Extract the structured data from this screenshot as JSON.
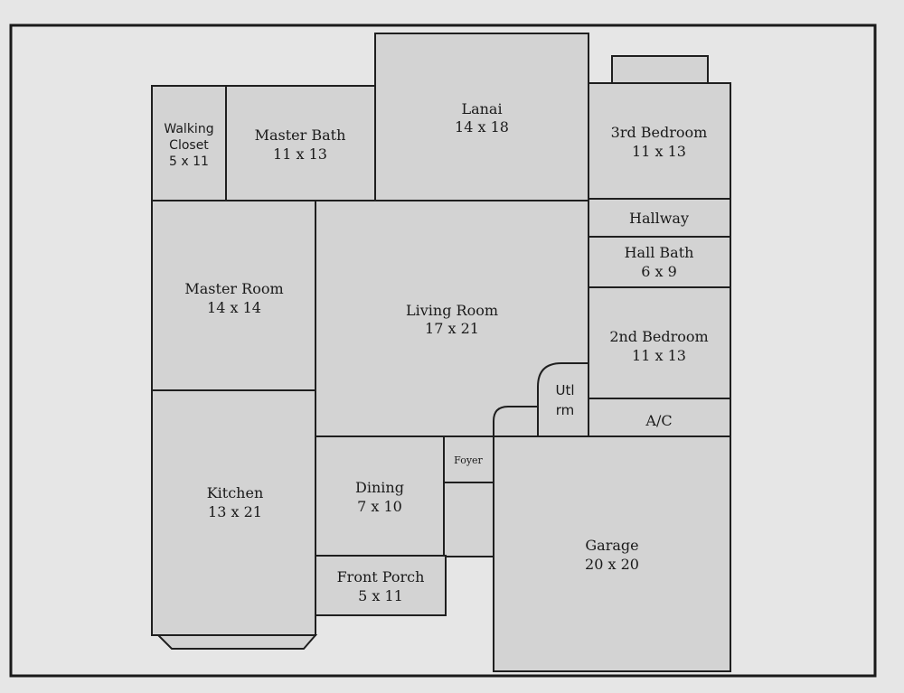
{
  "rooms": {
    "walking_closet": {
      "name_line1": "Walking",
      "name_line2": "Closet",
      "size": "5 x 11"
    },
    "master_bath": {
      "name": "Master Bath",
      "size": "11 x 13"
    },
    "lanai": {
      "name": "Lanai",
      "size": "14 x 18"
    },
    "third_bedroom": {
      "name": "3rd Bedroom",
      "size": "11 x 13"
    },
    "hallway": {
      "name": "Hallway"
    },
    "hall_bath": {
      "name": "Hall Bath",
      "size": "6 x 9"
    },
    "master_room": {
      "name": "Master Room",
      "size": "14 x 14"
    },
    "living_room": {
      "name": "Living Room",
      "size": "17 x 21"
    },
    "second_bedroom": {
      "name": "2nd Bedroom",
      "size": "11 x 13"
    },
    "utility": {
      "name_line1": "Utl",
      "name_line2": "rm"
    },
    "ac": {
      "name": "A/C"
    },
    "kitchen": {
      "name": "Kitchen",
      "size": "13 x 21"
    },
    "dining": {
      "name": "Dining",
      "size": "7 x 10"
    },
    "foyer": {
      "name": "Foyer"
    },
    "garage": {
      "name": "Garage",
      "size": "20 x 20"
    },
    "front_porch": {
      "name": "Front Porch",
      "size": "5 x 11"
    }
  },
  "colors": {
    "background": "#e6e6e6",
    "room_fill": "#d3d3d3",
    "line": "#1f1f1f"
  }
}
